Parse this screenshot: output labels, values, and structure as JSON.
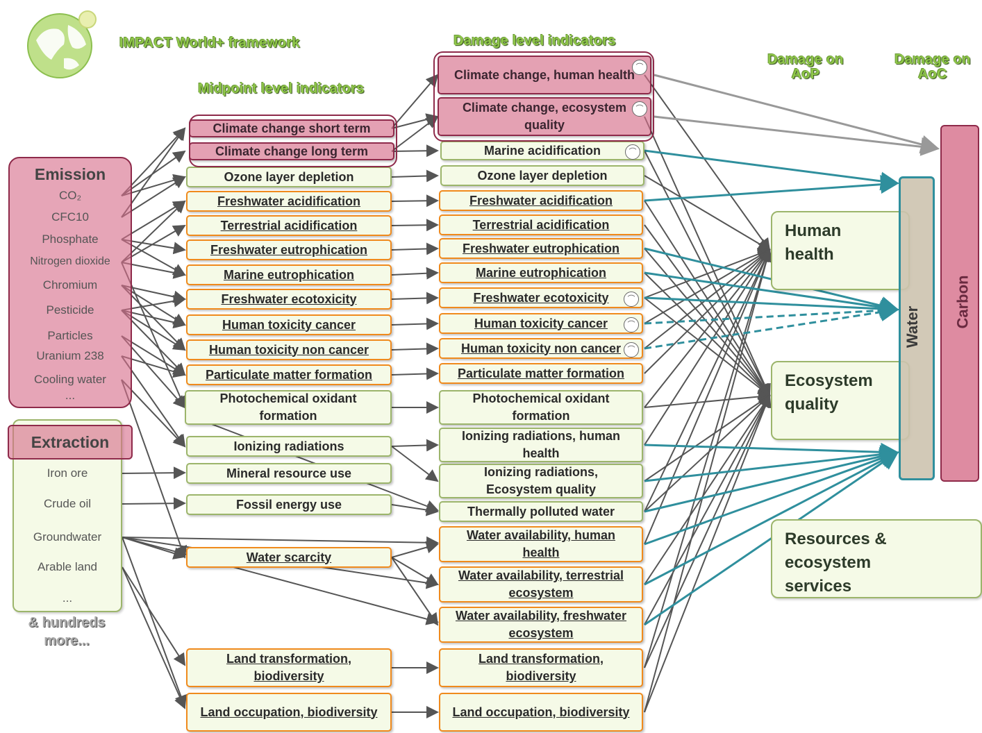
{
  "header": {
    "framework": "IMPACT World+ framework",
    "midpoint": "Midpoint level indicators",
    "damage": "Damage level indicators",
    "aop": "Damage on AoP",
    "aoc": "Damage on AoC"
  },
  "emission": {
    "title": "Emission",
    "items": [
      "CO₂",
      "CFC10",
      "Phosphate",
      "Nitrogen dioxide",
      "Chromium",
      "Pesticide",
      "Particles",
      "Uranium 238",
      "Cooling water",
      "..."
    ]
  },
  "extraction": {
    "title": "Extraction",
    "items": [
      "Iron ore",
      "Crude oil",
      "Groundwater",
      "Arable land",
      "..."
    ],
    "more": "& hundreds more..."
  },
  "midpoint": [
    "Climate change short term",
    "Climate change long term",
    "Ozone layer depletion",
    "Freshwater acidification",
    "Terrestrial acidification",
    "Freshwater eutrophication",
    "Marine eutrophication",
    "Freshwater ecotoxicity",
    "Human toxicity cancer",
    "Human toxicity non cancer",
    "Particulate matter formation",
    "Photochemical oxidant formation",
    "Ionizing radiations",
    "Mineral resource use",
    "Fossil energy use",
    "Water scarcity",
    "Land transformation, biodiversity",
    "Land occupation, biodiversity"
  ],
  "damage": [
    "Climate change, human health",
    "Climate change, ecosystem quality",
    "Marine acidification",
    "Ozone layer depletion",
    "Freshwater acidification",
    "Terrestrial acidification",
    "Freshwater eutrophication",
    "Marine eutrophication",
    "Freshwater ecotoxicity",
    "Human toxicity cancer",
    "Human toxicity non cancer",
    "Particulate matter formation",
    "Photochemical oxidant formation",
    "Ionizing radiations, human health",
    "Ionizing radiations, Ecosystem quality",
    "Thermally polluted water",
    "Water availability, human health",
    "Water availability, terrestrial ecosystem",
    "Water availability, freshwater ecosystem",
    "Land transformation, biodiversity",
    "Land occupation, biodiversity"
  ],
  "aop": {
    "human_health": "Human health",
    "ecosystem_quality": "Ecosystem quality",
    "resources": "Resources & ecosystem services"
  },
  "aoc": {
    "water": "Water",
    "carbon": "Carbon"
  },
  "colors": {
    "header_green": "#8fc64a",
    "pink": "#d66e8a",
    "orange": "#f08a1c",
    "teal": "#2f8f9d",
    "arrow_gray": "#555555"
  }
}
